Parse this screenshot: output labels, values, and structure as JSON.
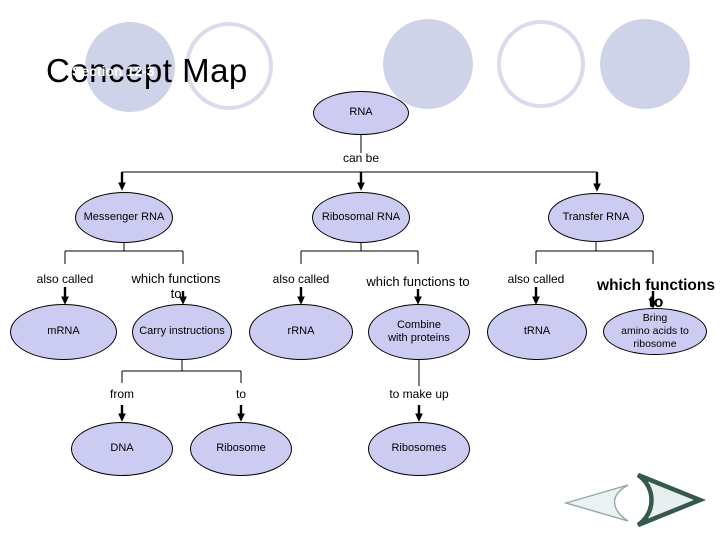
{
  "slide": {
    "title": "Concept Map",
    "overlay_text": "Section 12-3"
  },
  "colors": {
    "node_fill": "#ccccf2",
    "node_border": "#000000",
    "deco_circle_fill": "#cfd3e9",
    "deco_circle_outline": "#d9dcec",
    "connector_line": "#000000",
    "nav_arrow_fill": "#e7eff0",
    "nav_arrow_stroke_dark": "#35594c",
    "nav_arrow_stroke_light": "#93a8a6"
  },
  "nodes": [
    {
      "id": "rna",
      "label": "RNA"
    },
    {
      "id": "messenger-rna",
      "label": "Messenger RNA"
    },
    {
      "id": "ribosomal-rna",
      "label": "Ribosomal RNA"
    },
    {
      "id": "transfer-rna",
      "label": "Transfer RNA"
    },
    {
      "id": "mrna",
      "label": "mRNA"
    },
    {
      "id": "carry-instructions",
      "label": "Carry instructions"
    },
    {
      "id": "rrna",
      "label": "rRNA"
    },
    {
      "id": "combine-with-proteins",
      "lines": [
        "Combine",
        "with proteins"
      ]
    },
    {
      "id": "trna",
      "label": "tRNA"
    },
    {
      "id": "bring-amino-acids",
      "lines": [
        "Bring",
        "amino acids to",
        "ribosome"
      ]
    },
    {
      "id": "dna",
      "label": "DNA"
    },
    {
      "id": "ribosome",
      "label": "Ribosome"
    },
    {
      "id": "ribosomes",
      "label": "Ribosomes"
    }
  ],
  "edge_labels": {
    "can_be": "can be",
    "also_called": "also called",
    "which_functions_to": "which functions to",
    "which_functions_to_lines": [
      "which functions",
      "to"
    ],
    "from": "from",
    "to": "to",
    "to_make_up": "to make up"
  },
  "nav": {
    "back_icon": "back-arrow-icon",
    "forward_icon": "forward-arrow-icon"
  }
}
